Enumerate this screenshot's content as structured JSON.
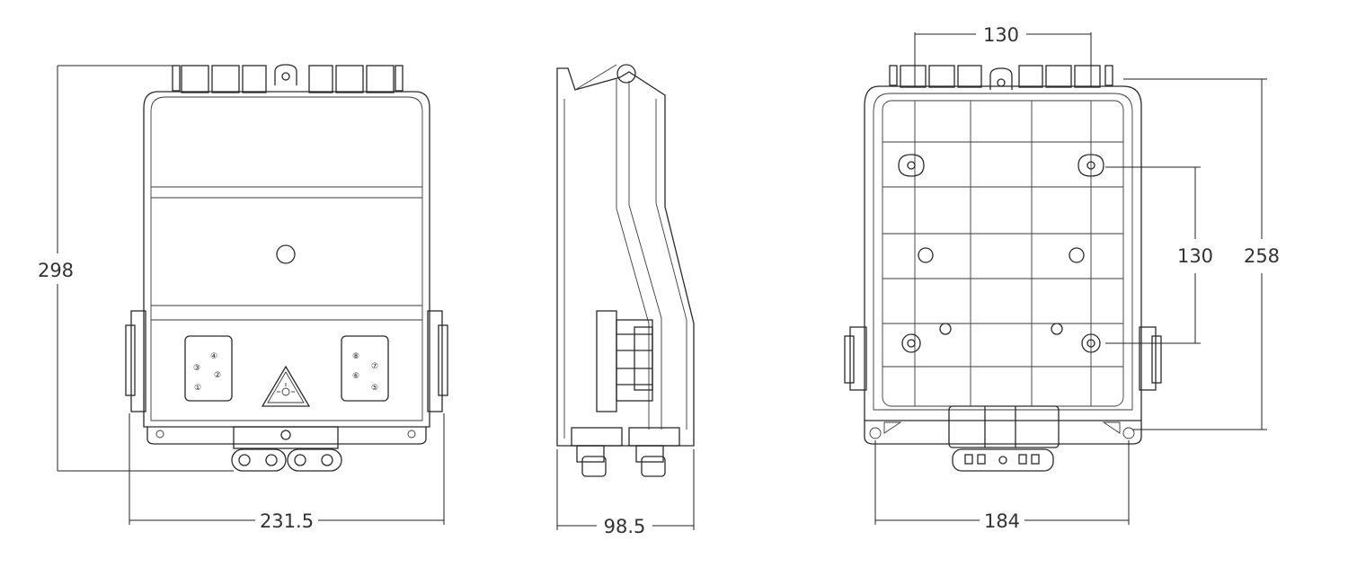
{
  "dimensions": {
    "front_height": "298",
    "front_width": "231.5",
    "side_depth": "98.5",
    "back_top_spacing": "130",
    "back_vertical_spacing": "130",
    "back_height": "258",
    "back_width": "184"
  },
  "port_numbers": {
    "left_group": [
      "①",
      "②",
      "③",
      "④"
    ],
    "right_group": [
      "⑤",
      "⑥",
      "⑦",
      "⑧"
    ]
  }
}
